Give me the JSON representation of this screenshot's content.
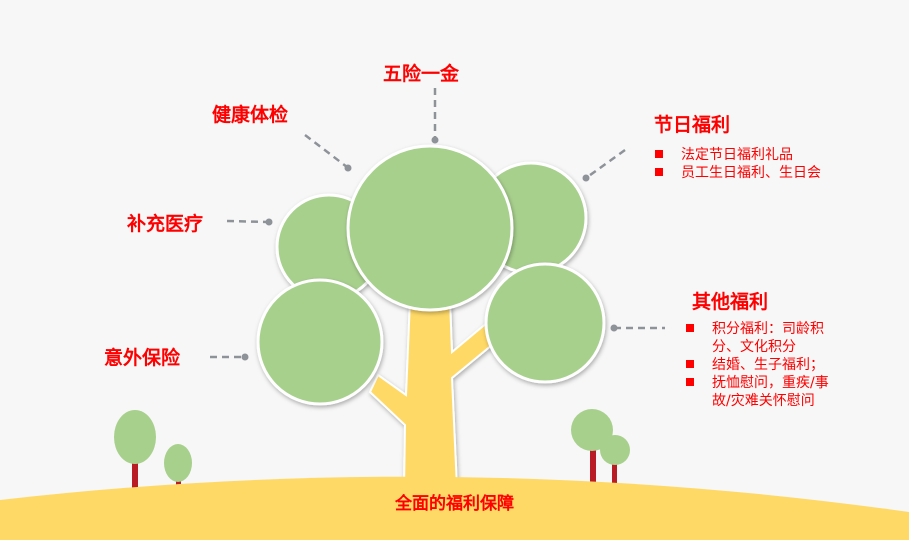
{
  "title": "全面的福利保障",
  "branches": {
    "five_insurance": "五险一金",
    "health_check": "健康体检",
    "supplementary_medical": "补充医疗",
    "accident_insurance": "意外保险",
    "holiday": {
      "title": "节日福利",
      "items": [
        "法定节日福利礼品",
        "员工生日福利、生日会"
      ]
    },
    "other": {
      "title": "其他福利",
      "items": [
        "积分福利：司龄积分、文化积分",
        "结婚、生子福利；",
        "抚恤慰问，重疾/事故/灾难关怀慰问"
      ]
    }
  },
  "colors": {
    "accent": "#ff0000",
    "leaf": "#a8d08d",
    "trunk": "#ffd966",
    "stem": "#b91c24",
    "connector": "#8e9399"
  }
}
